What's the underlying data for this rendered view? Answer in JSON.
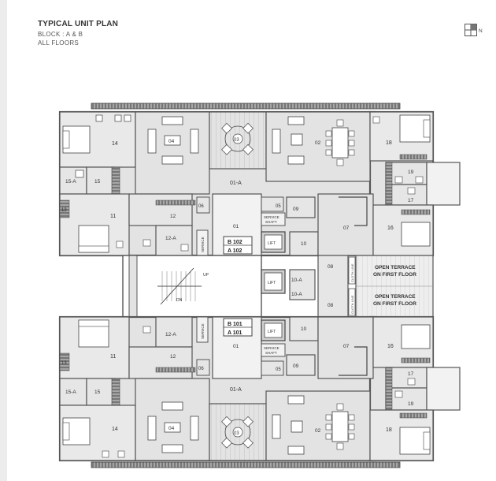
{
  "header": {
    "title": "TYPICAL UNIT PLAN",
    "block": "BLOCK : A & B",
    "floors": "ALL FLOORS"
  },
  "north_label": "N",
  "icons": [
    "north-compass-icon",
    "stair-arrow-icon"
  ],
  "colors": {
    "room_fill": "#e3e3e3",
    "wall": "#555555",
    "furniture": "#3a3a3a",
    "lift_fill": "#d0d0d0"
  },
  "room_labels": {
    "r14_top": "14",
    "r04_top": "04",
    "r03_top": "03",
    "r02_top": "02",
    "r18_top": "18",
    "r15a_top": "15-A",
    "r15_top": "15",
    "r19_top": "19",
    "r17_top": "17",
    "r01a_top": "01-A",
    "r13_top": "13",
    "r11_top": "11",
    "r12_top": "12",
    "r12a_top": "12-A",
    "r06_top": "06",
    "r01_top": "01",
    "r05_top": "05",
    "r09_top": "09",
    "r07_top": "07",
    "r16_top": "16",
    "r10_top": "10",
    "r10a_top": "10-A",
    "r08_top": "08",
    "r14_bot": "14",
    "r04_bot": "04",
    "r03_bot": "03",
    "r02_bot": "02",
    "r18_bot": "18",
    "r15a_bot": "15-A",
    "r15_bot": "15",
    "r19_bot": "19",
    "r17_bot": "17",
    "r01a_bot": "01-A",
    "r13_bot": "13",
    "r11_bot": "11",
    "r12_bot": "12",
    "r12a_bot": "12-A",
    "r06_bot": "06",
    "r01_bot": "01",
    "r05_bot": "05",
    "r09_bot": "09",
    "r07_bot": "07",
    "r16_bot": "16",
    "r10_bot": "10",
    "r10a_bot": "10-A",
    "r08_bot": "08"
  },
  "unit_labels": {
    "b102": "B 102",
    "a102": "A 102",
    "b101": "B 101",
    "a101": "A 101"
  },
  "core_labels": {
    "service": "SERVICE",
    "shaft": "SHAFT",
    "lift": "LIFT",
    "up": "UP",
    "dn": "DN",
    "cloth_line": "CLOTH LINE"
  },
  "terrace": {
    "line1": "OPEN TERRACE",
    "line2": "ON FIRST FLOOR"
  }
}
